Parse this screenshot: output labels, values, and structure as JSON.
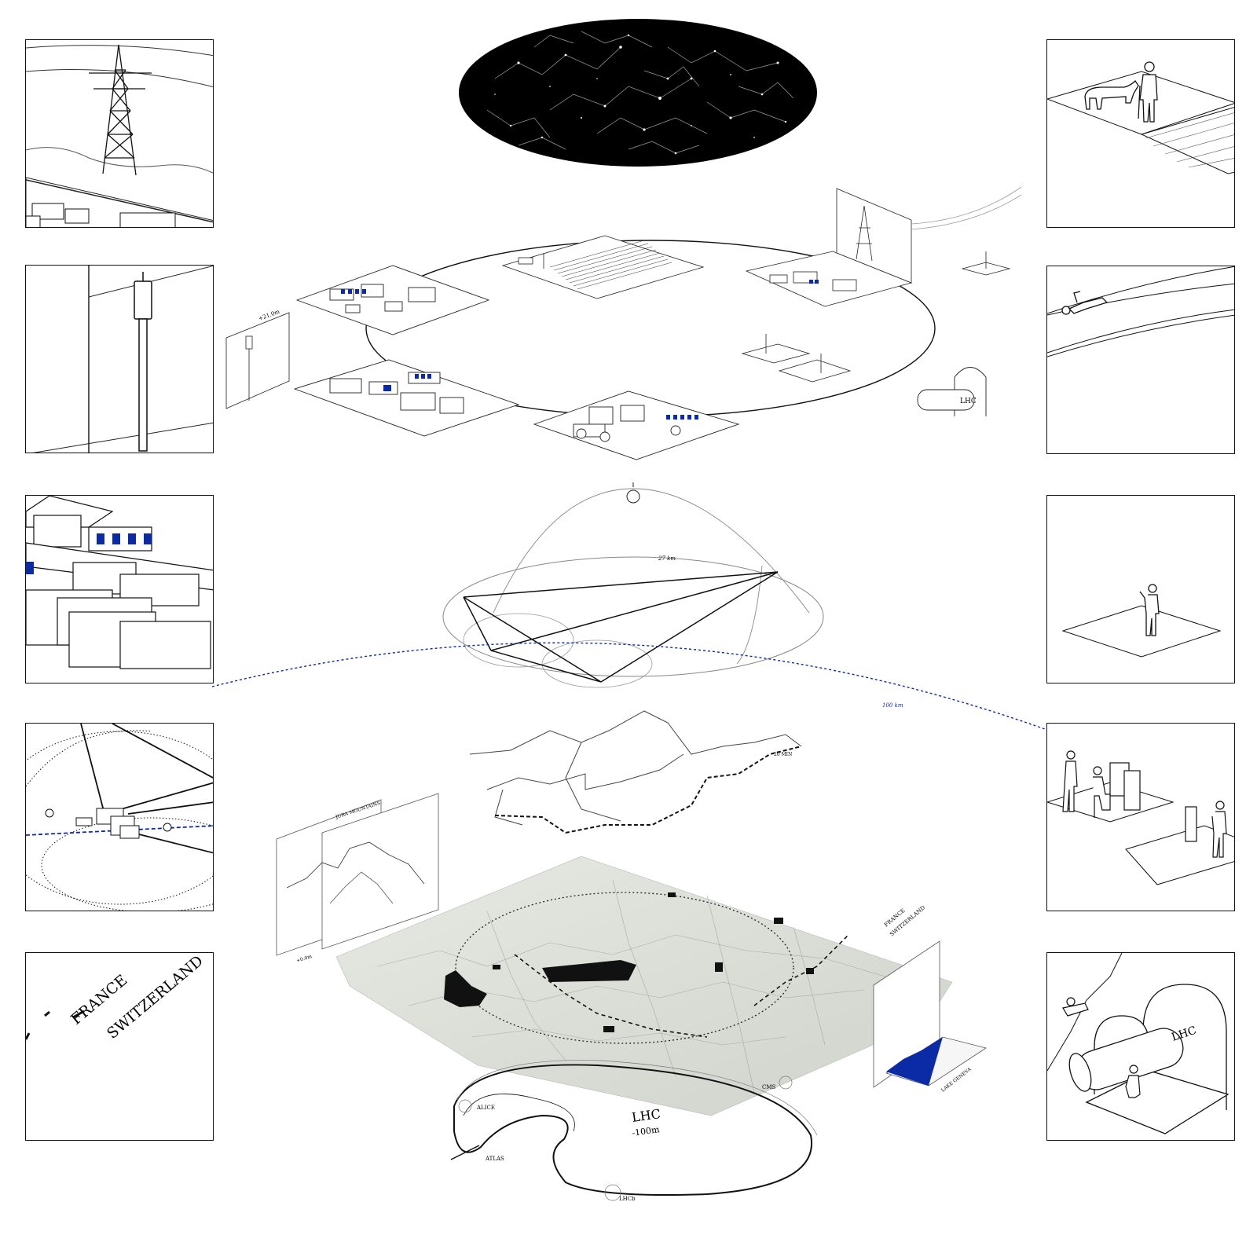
{
  "labels": {
    "lhc": "LHC",
    "lhc_depth": "-100m",
    "alice": "ALICE",
    "atlas": "ATLAS",
    "lhcb": "LHCb",
    "cms": "CMS",
    "circumference": "27 km",
    "distance": "100 km",
    "tower_height": "+21.0m",
    "mountain": "JURA MOUNTAINS",
    "ground_level": "+0.0m",
    "lake": "LAKE GENEVA",
    "france": "FRANCE",
    "switzerland": "SWITZERLAND",
    "tunnel_tag": "LHC",
    "border_small": "20 MIN"
  },
  "colors": {
    "accent": "#0b2aa6",
    "line": "#111111",
    "sky": "#000000",
    "map": "#d9dcd6"
  }
}
